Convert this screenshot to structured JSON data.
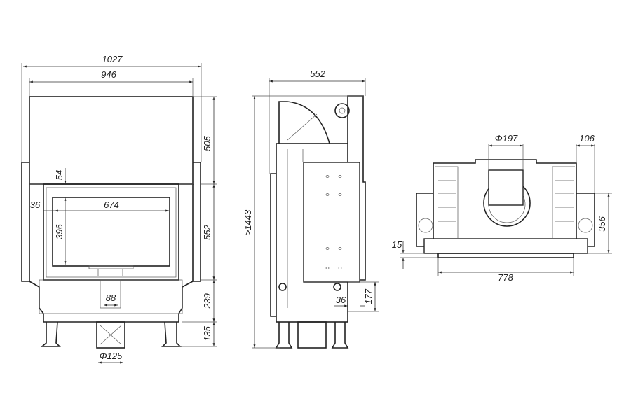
{
  "front_view": {
    "overall_width": "1027",
    "body_width": "946",
    "top_height": "505",
    "door_height": "552",
    "base_height": "239",
    "leg_height": "135",
    "door_offset_top": "54",
    "door_offset_side": "36",
    "glass_width": "674",
    "glass_height": "396",
    "air_inlet_width": "88",
    "air_inlet_diameter": "Φ125"
  },
  "side_view": {
    "depth": "552",
    "min_height": ">1443",
    "inlet_offset": "36",
    "inlet_height": "177"
  },
  "top_view": {
    "flue_diameter": "Φ197",
    "side_offset": "106",
    "depth": "356",
    "front_offset": "15",
    "front_width": "778"
  }
}
